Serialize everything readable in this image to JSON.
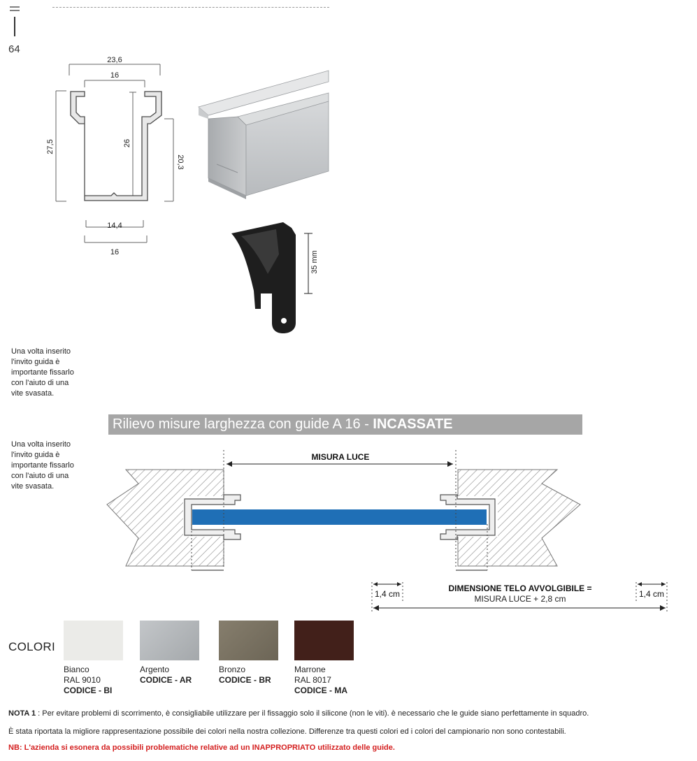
{
  "page": {
    "number": "64"
  },
  "profile_drawing": {
    "dim_outer_width": "23,6",
    "dim_inner_width": "16",
    "dim_height": "27,5",
    "dim_inner_height": "26",
    "dim_side_height": "20,3",
    "dim_bottom_inner": "14,4",
    "dim_bottom": "16"
  },
  "end_cap": {
    "height_label": "35 mm"
  },
  "side_notes": [
    {
      "lines": [
        "Una volta inserito",
        "l'invito guida è",
        "importante fissarlo",
        "con l'aiuto di una",
        "vite svasata."
      ]
    },
    {
      "lines": [
        "Una volta inserito",
        "l'invito guida è",
        "importante fissarlo",
        "con l'aiuto di una",
        "vite svasata."
      ]
    }
  ],
  "section": {
    "title_prefix": "Rilievo misure larghezza con guide A 16 - ",
    "title_bold": "INCASSATE"
  },
  "installation": {
    "luce_label": "MISURA LUCE",
    "left_offset": "1,4 cm",
    "right_offset": "1,4 cm",
    "telo_label_bold": "DIMENSIONE TELO AVVOLGIBILE =",
    "telo_formula": "MISURA LUCE + 2,8 cm",
    "fabric_color": "#1f6fb6"
  },
  "colors": {
    "title": "COLORI",
    "items": [
      {
        "name": "Bianco",
        "ral": "RAL 9010",
        "code": "CODICE - BI",
        "hex": "#ebebe8"
      },
      {
        "name": "Argento",
        "ral": "",
        "code": "CODICE - AR",
        "hex": "#aeb2b5"
      },
      {
        "name": "Bronzo",
        "ral": "",
        "code": "CODICE - BR",
        "hex": "#7b7363"
      },
      {
        "name": "Marrone",
        "ral": "RAL 8017",
        "code": "CODICE - MA",
        "hex": "#42201a"
      }
    ]
  },
  "footer": {
    "nota_label": "NOTA 1",
    "nota_text": " : Per evitare problemi di scorrimento, è consigliabile utilizzare per il fissaggio solo il silicone (non le viti). è necessario che le guide siano perfettamente in squadro.",
    "disclaimer": "È stata riportata la migliore rappresentazione possibile dei colori nella nostra collezione. Differenze tra questi colori ed i colori del campionario non sono contestabili.",
    "nb": "NB: L'azienda si esonera da possibili problematiche relative ad un INAPPROPRIATO utilizzato delle guide."
  }
}
